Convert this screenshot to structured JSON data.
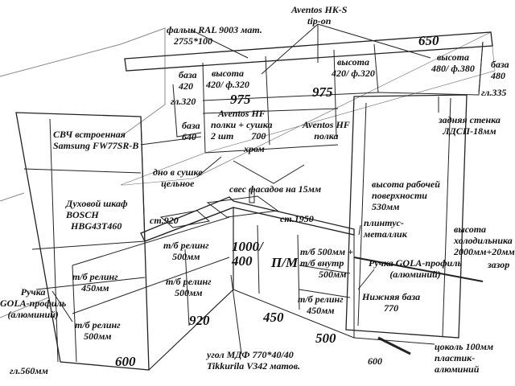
{
  "labels": {
    "false_panel": [
      "фальш RAL 9003 мат.",
      "2755*100"
    ],
    "aventos_hks": [
      "Aventos HK-S",
      "tip-on"
    ],
    "dim_650": "650",
    "height_mid": [
      "высота",
      "420/ ф.320"
    ],
    "height_right": [
      "высота",
      "480/ ф.380"
    ],
    "base_480": [
      "база",
      "480"
    ],
    "base_420": [
      "база",
      "420"
    ],
    "height_left": [
      "высота",
      "420/ ф.320"
    ],
    "dim_975_left": "975",
    "dim_975_right": "975",
    "depth_335": "гл.335",
    "depth_320": "гл.320",
    "aventos_hf_left": [
      "Aventos HF",
      "полки + сушка",
      "2 шт",
      "700",
      "хром"
    ],
    "aventos_hf_right": [
      "Aventos HF",
      "полка"
    ],
    "base_640": [
      "база",
      "640"
    ],
    "back_wall": [
      "задняя стенка",
      "ЛДСП-18мм"
    ],
    "microwave": [
      "СВЧ встроенная",
      "Samsung FW77SR-B"
    ],
    "dryer_bottom": [
      "дно в сушке",
      "цельное"
    ],
    "facade_overhang": "свес фасадов на 15мм",
    "work_height": [
      "высота рабочей",
      "поверхности",
      "530мм"
    ],
    "oven": [
      "Духовой шкаф",
      "BOSCH",
      "HBG43T460"
    ],
    "countertop_920": "ст.920",
    "countertop_1950": "ст.1950",
    "plinth": [
      "плинтус-",
      "металлик"
    ],
    "fridge_height": [
      "высота",
      "холодильника",
      "2000мм+20мм"
    ],
    "drawer_a": [
      "т/б релинг",
      "500мм"
    ],
    "dim_1000_400": [
      "1000/",
      "400"
    ],
    "dishwasher": "П/М",
    "drawer_b": [
      "т/б 500мм +",
      "т/б внутр",
      "500мм"
    ],
    "gola_right": [
      "Ручка GOLA-профиль",
      "(алюминий)"
    ],
    "gap": "зазор",
    "drawer_c": [
      "т/б релинг",
      "450мм"
    ],
    "drawer_d": [
      "т/б релинг",
      "500мм"
    ],
    "gola_left": [
      "Ручка",
      "GOLA-профиль",
      "(алюминий)"
    ],
    "drawer_e": [
      "т/б релинг",
      "450мм"
    ],
    "lower_base": [
      "Нижняя база",
      "770"
    ],
    "drawer_f": [
      "т/б релинг",
      "500мм"
    ],
    "dim_920": "920",
    "dim_450": "450",
    "dim_500": "500",
    "corner_mdf": [
      "угол МДФ 770*40/40",
      "Tikkurila V342 матов."
    ],
    "socle": [
      "цоколь 100мм",
      "пластик-",
      "алюминий"
    ],
    "dim_600_left": "600",
    "depth_560": "гл.560мм",
    "dim_600_right": "600"
  }
}
